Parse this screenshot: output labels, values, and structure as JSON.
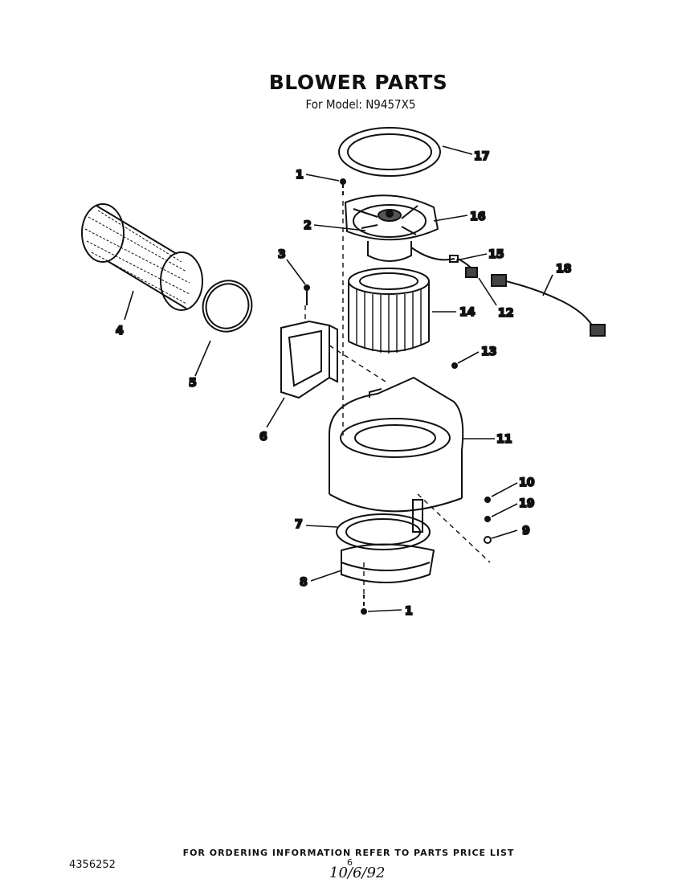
{
  "title": "BLOWER PARTS",
  "subtitle": "For Model: N9457X5",
  "footer": "FOR ORDERING INFORMATION REFER TO PARTS PRICE LIST",
  "document_number": "4356252",
  "page_number": "6",
  "date_stamp": "10/6/92",
  "callouts": [
    "1",
    "2",
    "3",
    "4",
    "5",
    "6",
    "7",
    "8",
    "9",
    "10",
    "11",
    "12",
    "13",
    "14",
    "15",
    "16",
    "17",
    "18",
    "19",
    "1"
  ]
}
